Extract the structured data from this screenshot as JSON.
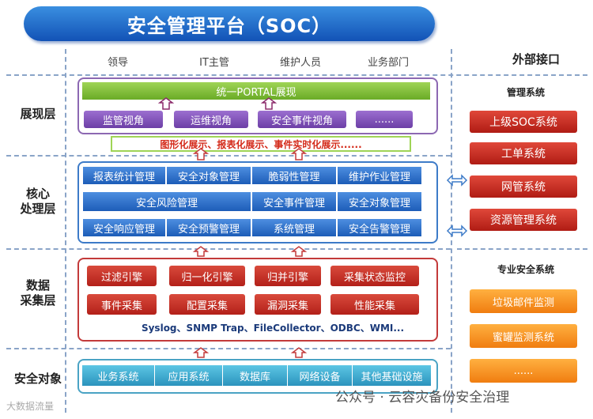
{
  "title": "安全管理平台（SOC）",
  "roles": [
    "领导",
    "IT主管",
    "维护人员",
    "业务部门"
  ],
  "external": {
    "title": "外部接口",
    "management": {
      "title": "管理系统",
      "items": [
        "上级SOC系统",
        "工单系统",
        "网管系统",
        "资源管理系统"
      ]
    },
    "security": {
      "title": "专业安全系统",
      "items": [
        "垃圾邮件监测",
        "蜜罐监测系统",
        "......"
      ]
    }
  },
  "layers": {
    "presentation": {
      "label": "展现层",
      "portal": "统一PORTAL展现",
      "views": [
        "监管视角",
        "运维视角",
        "安全事件视角",
        "......"
      ],
      "display_strip": "图形化展示、报表化展示、事件实时化展示......"
    },
    "core": {
      "label_line1": "核心",
      "label_line2": "处理层",
      "row1": [
        "报表统计管理",
        "安全对象管理",
        "脆弱性管理",
        "维护作业管理"
      ],
      "row2": [
        "安全风险管理",
        "安全事件管理",
        "安全对象管理"
      ],
      "row3": [
        "安全响应管理",
        "安全预警管理",
        "系统管理",
        "安全告警管理"
      ]
    },
    "collection": {
      "label_line1": "数据",
      "label_line2": "采集层",
      "row1": [
        "过滤引擎",
        "归一化引擎",
        "归并引擎",
        "采集状态监控"
      ],
      "row2": [
        "事件采集",
        "配置采集",
        "漏洞采集",
        "性能采集"
      ],
      "protocols": "Syslog、SNMP Trap、FileCollector、ODBC、WMI..."
    },
    "objects": {
      "label": "安全对象",
      "items": [
        "业务系统",
        "应用系统",
        "数据库",
        "网络设备",
        "其他基础设施"
      ]
    }
  },
  "watermarks": {
    "wechat": "公众号 · 云容灾备份安全治理",
    "corner": "大数据流量"
  }
}
